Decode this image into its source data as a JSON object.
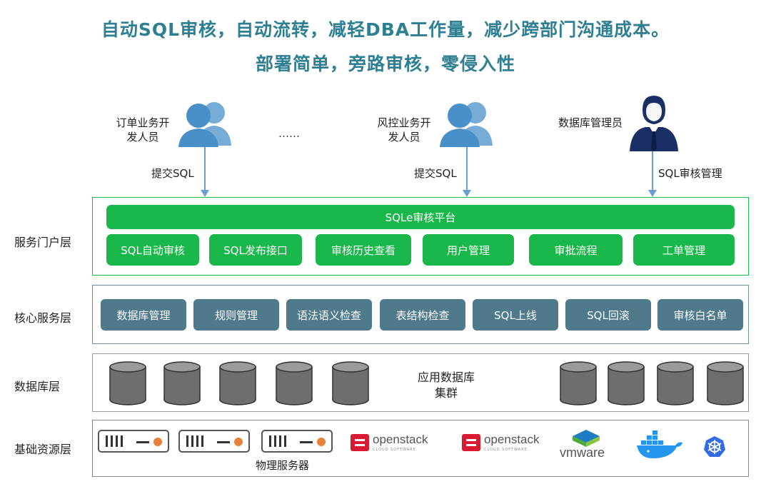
{
  "header": {
    "line1": "自动SQL审核，自动流转，减轻DBA工作量，减少跨部门沟通成本。",
    "line2": "部署简单，旁路审核，零侵入性"
  },
  "roles": {
    "order_dev": "订单业务开\n发人员",
    "risk_dev": "风控业务开\n发人员",
    "dba": "数据库管理员",
    "ellipsis": "……"
  },
  "arrows": {
    "submit1": "提交SQL",
    "submit2": "提交SQL",
    "manage": "SQL审核管理"
  },
  "layers": {
    "portal": "服务门户层",
    "core": "核心服务层",
    "db": "数据库层",
    "infra": "基础资源层"
  },
  "portal": {
    "platform": "SQLe审核平台",
    "modules": [
      "SQL自动审核",
      "SQL发布接口",
      "审核历史查看",
      "用户管理",
      "审批流程",
      "工单管理"
    ]
  },
  "core": {
    "modules": [
      "数据库管理",
      "规则管理",
      "语法语义检查",
      "表结构检查",
      "SQL上线",
      "SQL回滚",
      "审核白名单"
    ]
  },
  "db": {
    "cluster_label": "应用数据库\n集群"
  },
  "infra": {
    "servers_label": "物理服务器",
    "openstack1": "openstack",
    "openstack1_sub": "CLOUD SOFTWARE",
    "openstack2": "openstack",
    "openstack2_sub": "CLOUD SOFTWARE",
    "vmware": "vmware"
  },
  "colors": {
    "title": "#2f7f93",
    "green": "#1ab74b",
    "core": "#4f7a8c",
    "people": "#4a90c8",
    "dba": "#1a2f66"
  }
}
